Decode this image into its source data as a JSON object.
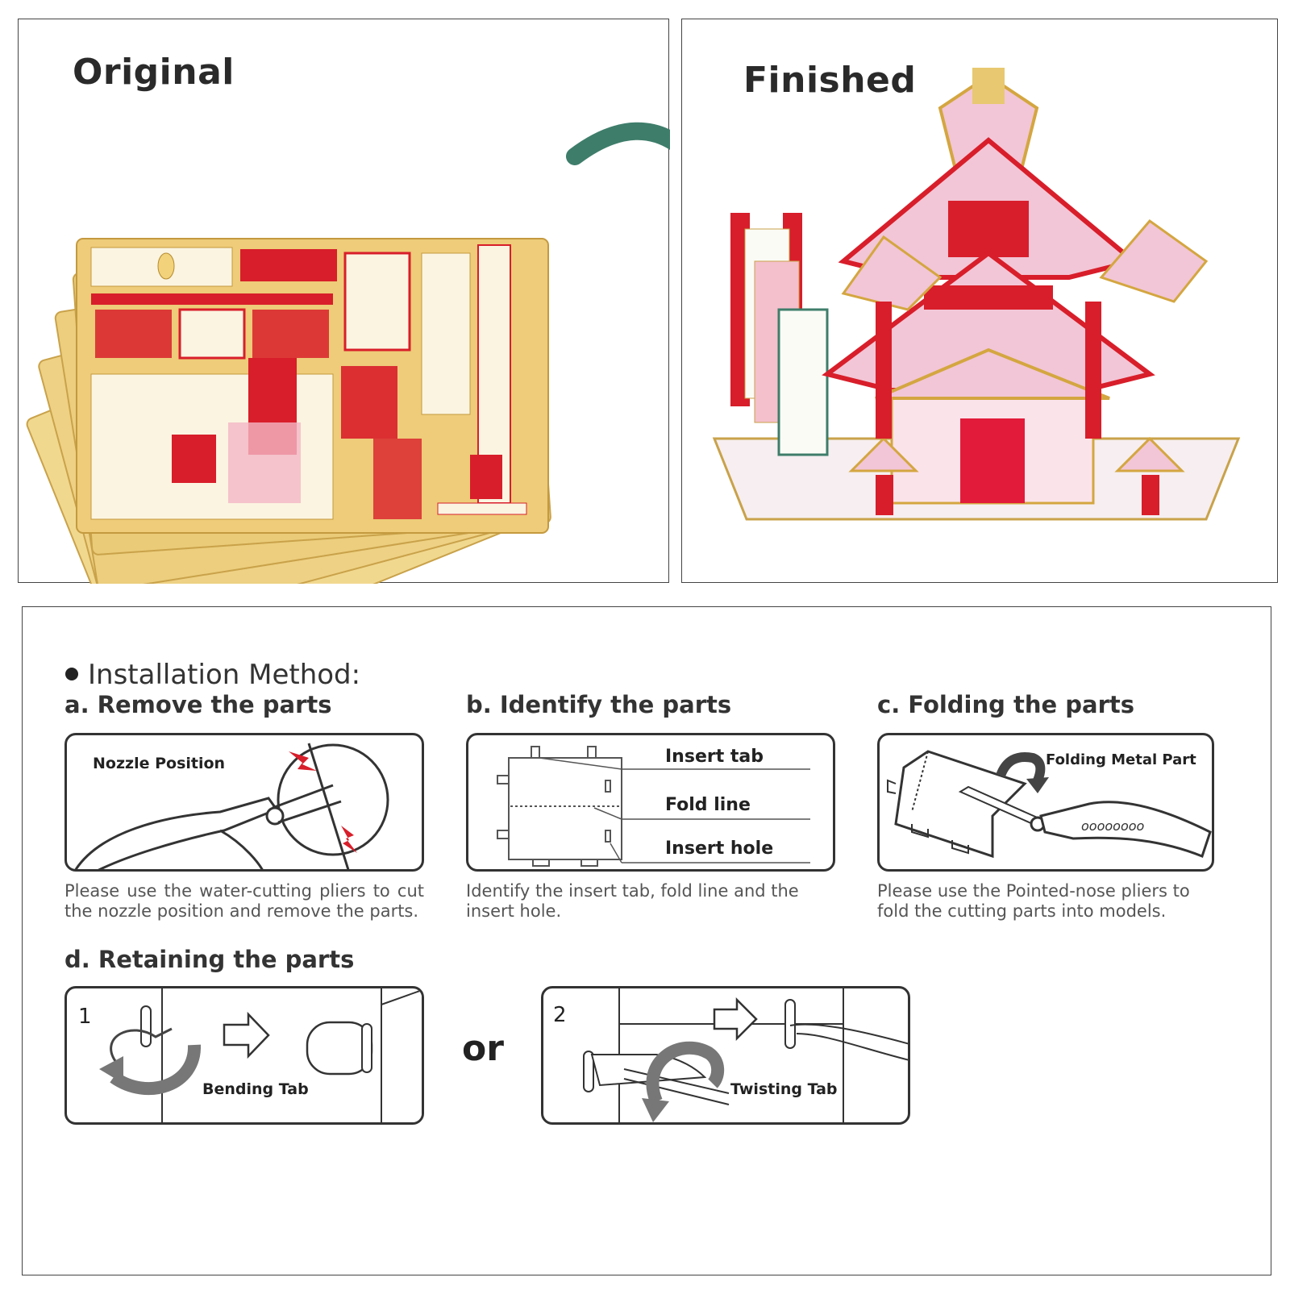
{
  "top": {
    "original_title": "Original",
    "finished_title": "Finished"
  },
  "install": {
    "heading": "Installation Method:",
    "steps": {
      "a": {
        "title": "a. Remove the parts",
        "label": "Nozzle Position",
        "desc": "Please use the water-cutting pliers to cut the nozzle position and remove the parts."
      },
      "b": {
        "title": "b. Identify the parts",
        "labels": [
          "Insert tab",
          "Fold line",
          "Insert hole"
        ],
        "desc": "Identify the insert tab, fold line and the insert hole."
      },
      "c": {
        "title": "c. Folding the parts",
        "label": "Folding Metal Part",
        "desc": "Please use the Pointed-nose pliers to fold the cutting parts into models."
      },
      "d": {
        "title": "d. Retaining the parts",
        "or_text": "or",
        "option1": {
          "number": "1",
          "label": "Bending Tab"
        },
        "option2": {
          "number": "2",
          "label": "Twisting Tab"
        }
      }
    }
  },
  "colors": {
    "gold": "#e8c870",
    "red": "#d81e2a",
    "pink": "#f2c6d6",
    "arrow_green": "#3e7d6a",
    "line_dark": "#333333"
  }
}
